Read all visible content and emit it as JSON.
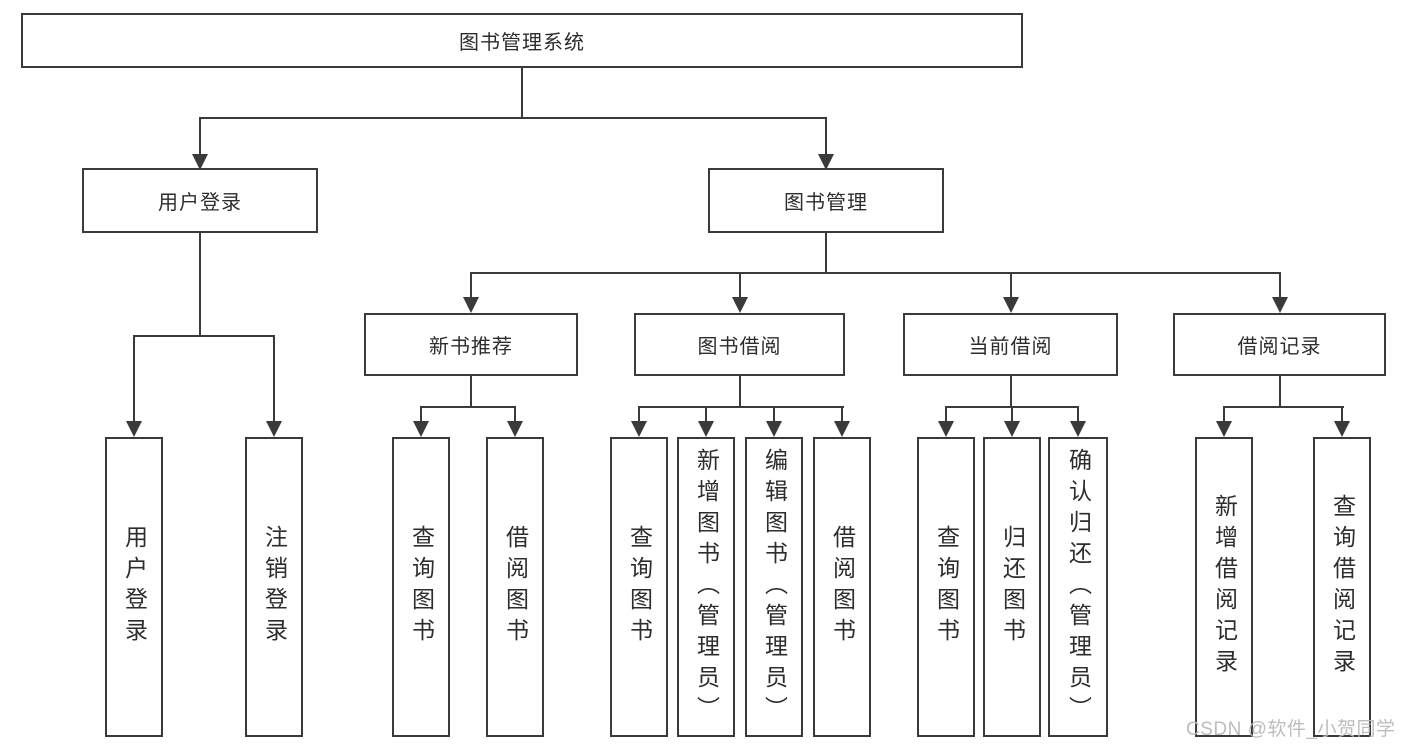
{
  "tree": {
    "root": {
      "label": "图书管理系统"
    },
    "branches": [
      {
        "label": "用户登录",
        "children": [
          {
            "label": "用户登录"
          },
          {
            "label": "注销登录"
          }
        ]
      },
      {
        "label": "图书管理",
        "sections": [
          {
            "label": "新书推荐",
            "children": [
              {
                "label": "查询图书"
              },
              {
                "label": "借阅图书"
              }
            ]
          },
          {
            "label": "图书借阅",
            "children": [
              {
                "label": "查询图书"
              },
              {
                "label": "新增图书（管理员）"
              },
              {
                "label": "编辑图书（管理员）"
              },
              {
                "label": "借阅图书"
              }
            ]
          },
          {
            "label": "当前借阅",
            "children": [
              {
                "label": "查询图书"
              },
              {
                "label": "归还图书"
              },
              {
                "label": "确认归还（管理员）"
              }
            ]
          },
          {
            "label": "借阅记录",
            "children": [
              {
                "label": "新增借阅记录"
              },
              {
                "label": "查询借阅记录"
              }
            ]
          }
        ]
      }
    ]
  },
  "watermark": {
    "text": "CSDN @软件_小贺同学"
  },
  "colors": {
    "line": "#3a3a3a",
    "background": "#ffffff",
    "text": "#2d2d2d",
    "watermark": "#b9b9b9"
  }
}
